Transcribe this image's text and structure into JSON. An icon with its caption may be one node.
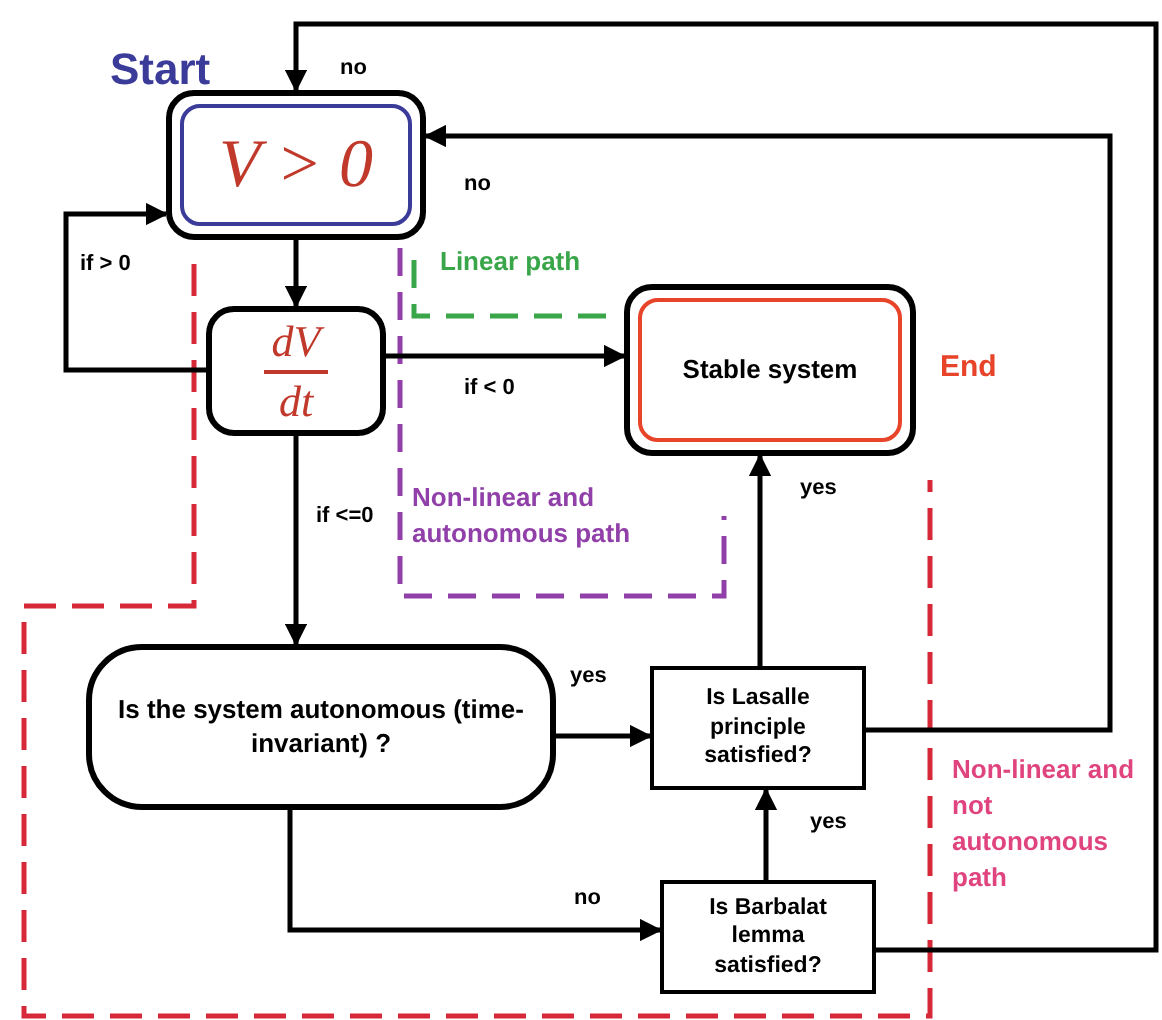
{
  "diagram": {
    "nodes": [
      {
        "text": [
          "V > 0"
        ],
        "beside": [
          "Start"
        ]
      },
      {
        "text": [
          "dV",
          "dt"
        ]
      },
      {
        "text": [
          "Stable system"
        ],
        "beside": [
          "End"
        ]
      },
      {
        "text": [
          "Is the system autonomous (time-invariant) ?"
        ]
      },
      {
        "text": [
          "Is Lasalle principle satisfied?"
        ]
      },
      {
        "text": [
          "Is Barbalat lemma satisfied?"
        ]
      }
    ],
    "edges": [
      {
        "from": 0,
        "to": 1,
        "arrow": "to"
      },
      {
        "from": 1,
        "to": 0,
        "arrow": "to",
        "label": "if > 0"
      },
      {
        "from": 1,
        "to": 2,
        "arrow": "to",
        "label": "if < 0"
      },
      {
        "from": 1,
        "to": 3,
        "arrow": "to",
        "label": "if <=0"
      },
      {
        "from": 3,
        "to": 4,
        "arrow": "to",
        "label": "yes"
      },
      {
        "from": 3,
        "to": 5,
        "arrow": "to",
        "label": "no"
      },
      {
        "from": 4,
        "to": 2,
        "arrow": "to",
        "label": "yes"
      },
      {
        "from": 5,
        "to": 4,
        "arrow": "to",
        "label": "yes"
      },
      {
        "from": 4,
        "to": 0,
        "arrow": "to",
        "label": "no"
      },
      {
        "from": 5,
        "to": 0,
        "arrow": "to",
        "label": "no"
      }
    ],
    "labels": [
      "Linear path",
      "Non-linear and autonomous path",
      "Non-linear and not autonomous path"
    ]
  }
}
